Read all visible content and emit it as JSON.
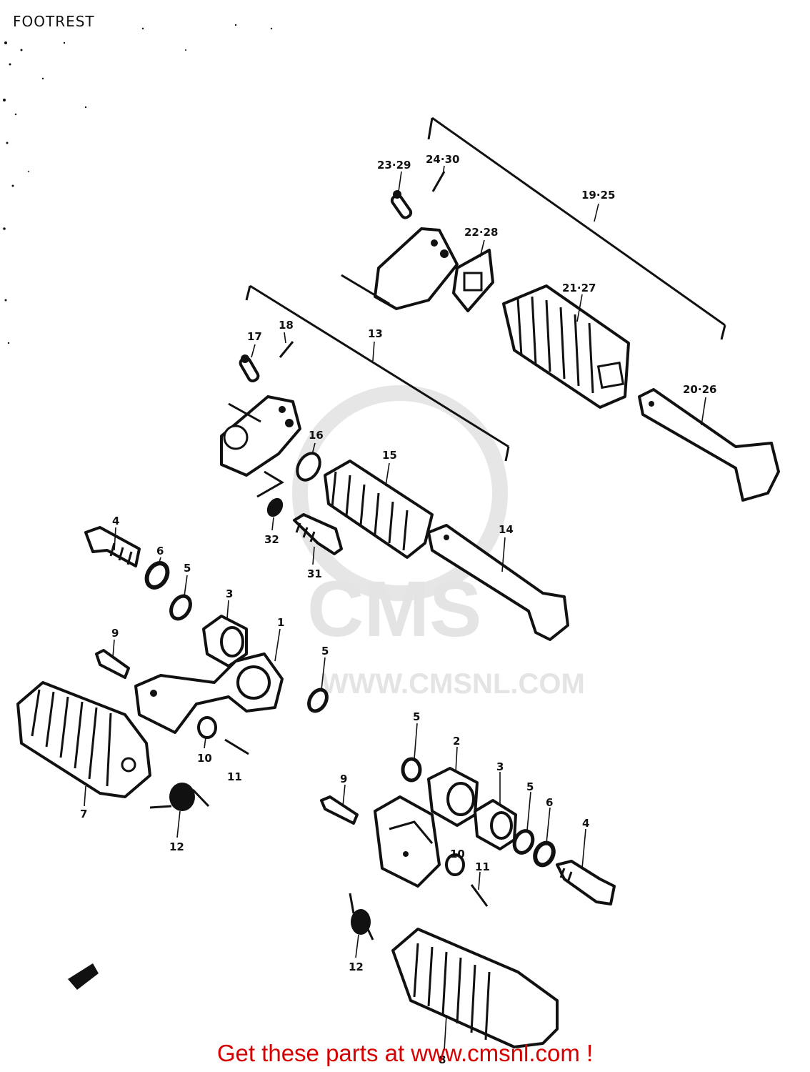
{
  "title": "FOOTREST",
  "watermark": {
    "brand": "CMS",
    "site": "WWW.CMSNL.COM"
  },
  "footer": {
    "text": "Get these parts at www.cmsnl.com !",
    "color": "#d60000"
  },
  "callouts": {
    "c1": "1",
    "c2": "2",
    "c3a": "3",
    "c3b": "3",
    "c4a": "4",
    "c4b": "4",
    "c5a": "5",
    "c5b": "5",
    "c5c": "5",
    "c5d": "5",
    "c6a": "6",
    "c6b": "6",
    "c7": "7",
    "c8": "8",
    "c9a": "9",
    "c9b": "9",
    "c10a": "10",
    "c10b": "10",
    "c11a": "11",
    "c11b": "11",
    "c12a": "12",
    "c12b": "12",
    "c13": "13",
    "c14": "14",
    "c15": "15",
    "c16": "16",
    "c17": "17",
    "c18": "18",
    "c19": "19·25",
    "c20": "20·26",
    "c21": "21·27",
    "c22": "22·28",
    "c23": "23·29",
    "c24": "24·30",
    "c31": "31",
    "c32": "32"
  }
}
